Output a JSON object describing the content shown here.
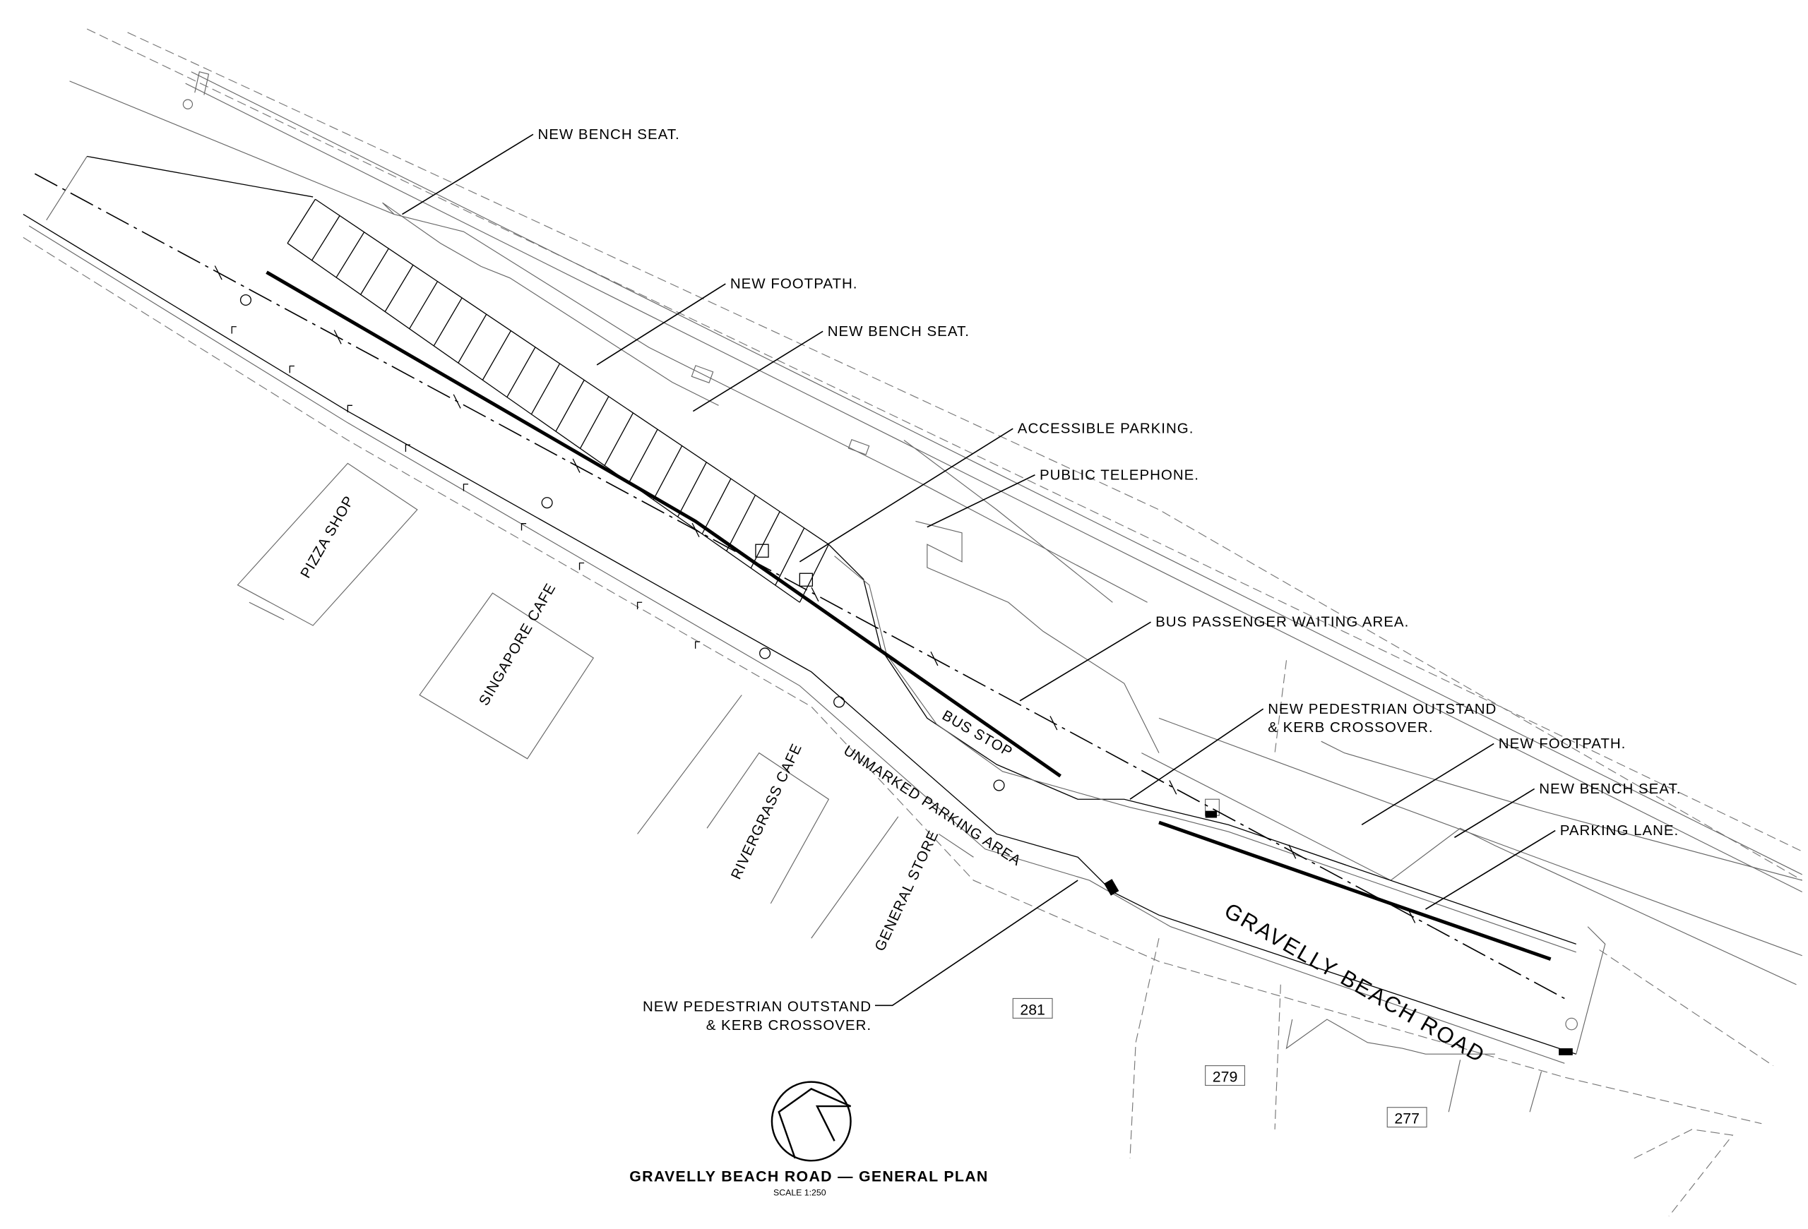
{
  "title": "GRAVELLY BEACH ROAD — GENERAL PLAN",
  "scale": "SCALE 1:250",
  "road_name": "GRAVELLY BEACH ROAD",
  "callouts": {
    "bench_seat_1": "NEW BENCH SEAT.",
    "footpath_1": "NEW FOOTPATH.",
    "bench_seat_2": "NEW BENCH SEAT.",
    "accessible_parking": "ACCESSIBLE PARKING.",
    "public_telephone": "PUBLIC TELEPHONE.",
    "bus_waiting": "BUS PASSENGER WAITING AREA.",
    "outstand_north_1": "NEW PEDESTRIAN OUTSTAND",
    "outstand_north_2": "& KERB CROSSOVER.",
    "footpath_2": "NEW FOOTPATH.",
    "bench_seat_3": "NEW BENCH SEAT.",
    "parking_lane": "PARKING LANE.",
    "outstand_south_1": "NEW PEDESTRIAN OUTSTAND",
    "outstand_south_2": "& KERB CROSSOVER."
  },
  "road_labels": {
    "bus_stop": "BUS STOP",
    "unmarked_parking": "UNMARKED PARKING AREA"
  },
  "buildings": {
    "pizza_shop": "PIZZA SHOP",
    "singapore_cafe": "SINGAPORE CAFE",
    "rivergrass_cafe": "RIVERGRASS CAFE",
    "general_store": "GENERAL STORE"
  },
  "lot_numbers": [
    "281",
    "279",
    "277"
  ]
}
